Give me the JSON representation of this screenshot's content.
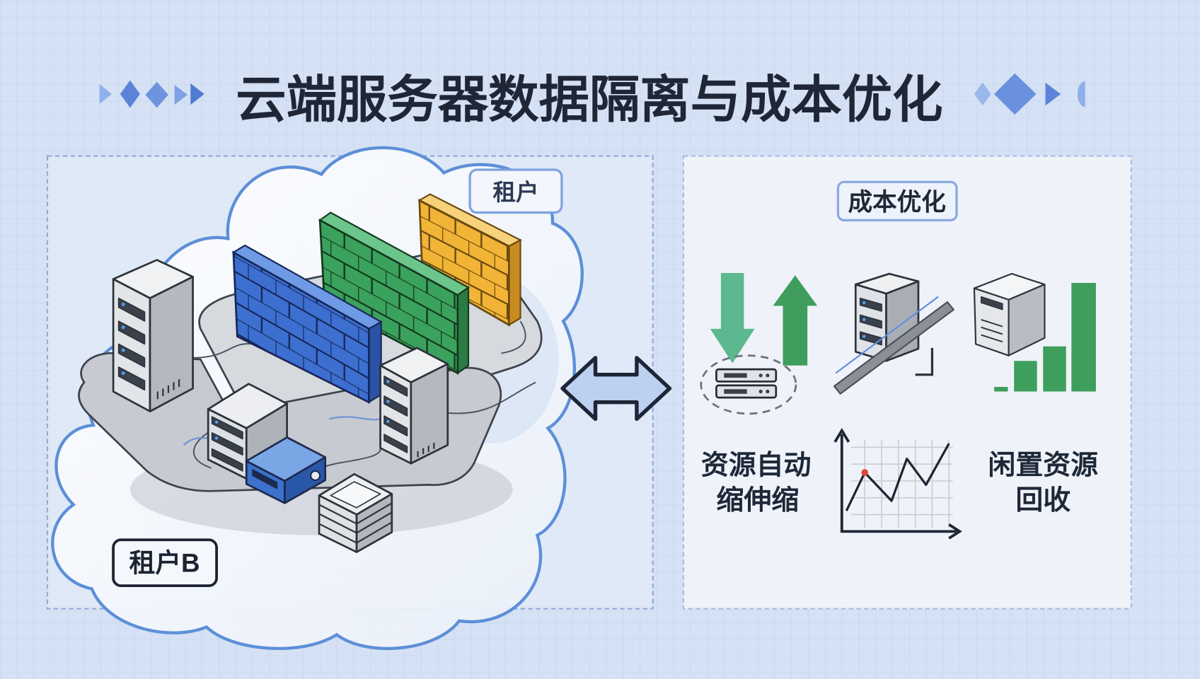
{
  "title": "云端服务器数据隔离与成本优化",
  "left_panel": {
    "tenant_label_top": "租户",
    "tenant_label_bottom": "租户B"
  },
  "right_panel": {
    "heading": "成本优化",
    "auto_scaling_line1": "资源自动",
    "auto_scaling_line2": "缩伸缩",
    "reclaim_line1": "闲置资源",
    "reclaim_line2": "回收"
  },
  "colors": {
    "background": "#d5e1f4",
    "title": "#1f2737",
    "panel_border": "#8fa9dc",
    "cloud_stroke": "#5d8fd8",
    "wall_blue": "#3d6fd0",
    "wall_green": "#3aa25c",
    "wall_yellow": "#f2b436",
    "growth_green": "#3e9e5c",
    "chart_highlight": "#e0463c"
  },
  "icons": {
    "isolation": [
      "cloud-icon",
      "server-tower-icon",
      "brick-wall-icon",
      "server-stack-icon"
    ],
    "link": "double-arrow-icon",
    "optimization": [
      "arrow-down-icon",
      "arrow-up-icon",
      "server-tower-icon",
      "bar-chart-icon",
      "line-chart-icon"
    ]
  }
}
